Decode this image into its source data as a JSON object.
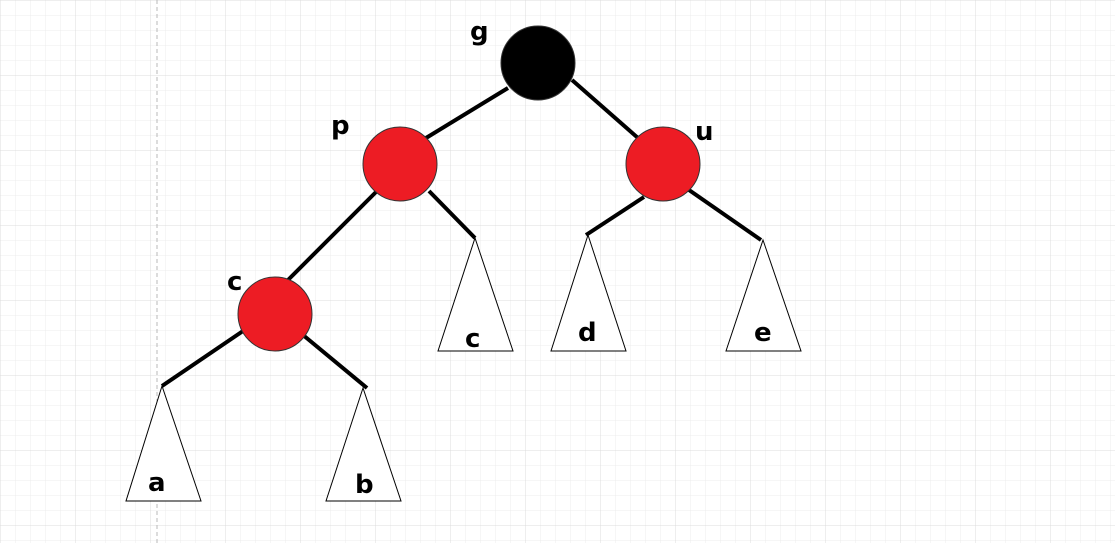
{
  "diagram": {
    "colors": {
      "background": "#ffffff",
      "grid": "#e6e6e6",
      "guide": "#b8b8b8",
      "black_node": "#000000",
      "red_node": "#ed1c24",
      "edge": "#000000"
    },
    "nodes": [
      {
        "id": "g",
        "label": "g",
        "color": "black"
      },
      {
        "id": "p",
        "label": "p",
        "color": "red"
      },
      {
        "id": "u",
        "label": "u",
        "color": "red"
      },
      {
        "id": "c",
        "label": "c",
        "color": "red"
      }
    ],
    "subtrees": [
      {
        "id": "a",
        "label": "a"
      },
      {
        "id": "b",
        "label": "b"
      },
      {
        "id": "c-sub",
        "label": "c"
      },
      {
        "id": "d",
        "label": "d"
      },
      {
        "id": "e",
        "label": "e"
      }
    ]
  }
}
